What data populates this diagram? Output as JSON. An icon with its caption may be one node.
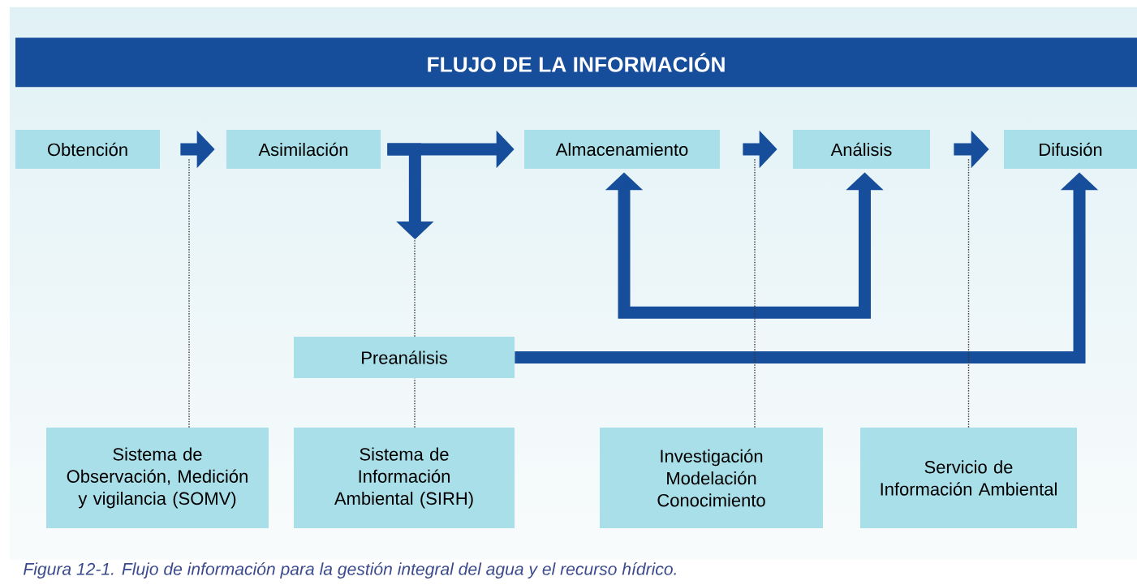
{
  "diagram": {
    "title": "FLUJO DE LA INFORMACIÓN",
    "caption": "Figura 12-1. Flujo de información para la gestión integral del agua y el recurso hídrico.",
    "nodes": [
      {
        "text": [
          "Obtención"
        ]
      },
      {
        "text": [
          "Asimilación"
        ]
      },
      {
        "text": [
          "Almacenamiento"
        ]
      },
      {
        "text": [
          "Análisis"
        ]
      },
      {
        "text": [
          "Difusión"
        ]
      },
      {
        "text": [
          "Preanálisis"
        ]
      },
      {
        "text": [
          "Sistema de Observación, Medición y vigilancia (SOMV)"
        ]
      },
      {
        "text": [
          "Sistema de Información Ambiental (SIRH)"
        ]
      },
      {
        "text": [
          "Investigación Modelación Conocimiento"
        ]
      },
      {
        "text": [
          "Servicio de Información Ambiental"
        ]
      }
    ],
    "edges": [
      {
        "from": 0,
        "to": 1,
        "arrow": "to"
      },
      {
        "from": 1,
        "to": 2,
        "arrow": "to"
      },
      {
        "from": 1,
        "to": null,
        "arrow": "to"
      },
      {
        "from": 2,
        "to": 3,
        "arrow": "to"
      },
      {
        "from": 3,
        "to": 4,
        "arrow": "to"
      },
      {
        "from": 2,
        "to": 3,
        "arrow": "both"
      },
      {
        "from": 5,
        "to": 4,
        "arrow": "to"
      },
      {
        "from": 6,
        "to": null,
        "arrow": "none",
        "style": "dashed",
        "color": "#333333"
      },
      {
        "from": 7,
        "to": null,
        "arrow": "none",
        "style": "dashed",
        "color": "#333333"
      },
      {
        "from": 8,
        "to": null,
        "arrow": "none",
        "style": "dashed",
        "color": "#333333"
      },
      {
        "from": 9,
        "to": null,
        "arrow": "none",
        "style": "dashed",
        "color": "#333333"
      }
    ]
  }
}
